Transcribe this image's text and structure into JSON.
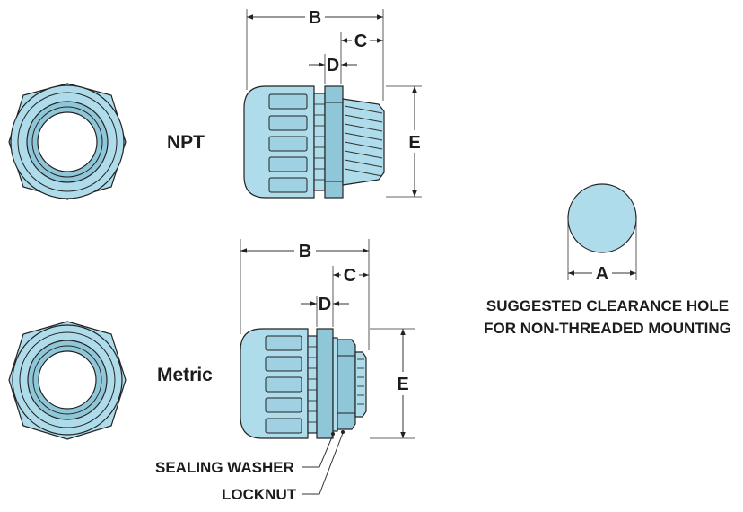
{
  "colors": {
    "part_fill": "#aedcea",
    "outline": "#222222"
  },
  "npt": {
    "label": "NPT",
    "dims": {
      "b": "B",
      "c": "C",
      "d": "D",
      "e": "E"
    }
  },
  "metric": {
    "label": "Metric",
    "dims": {
      "b": "B",
      "c": "C",
      "d": "D",
      "e": "E"
    },
    "callouts": {
      "sealing_washer": "SEALING WASHER",
      "locknut": "LOCKNUT"
    }
  },
  "clearance_hole": {
    "dim_a": "A",
    "caption_line1": "SUGGESTED CLEARANCE HOLE",
    "caption_line2": "FOR NON-THREADED MOUNTING"
  }
}
